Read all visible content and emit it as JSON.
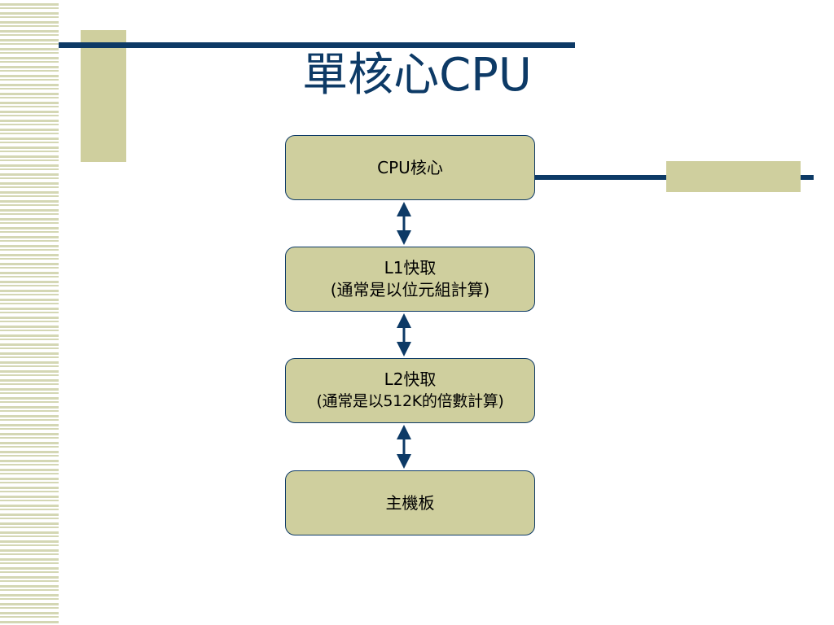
{
  "slide": {
    "title": "單核心CPU"
  },
  "diagram": {
    "nodes": [
      {
        "id": "cpu-core",
        "lines": [
          "CPU核心"
        ]
      },
      {
        "id": "l1-cache",
        "lines": [
          "L1快取",
          "(通常是以位元組計算)"
        ]
      },
      {
        "id": "l2-cache",
        "lines": [
          "L2快取",
          "(通常是以512K的倍數計算)"
        ]
      },
      {
        "id": "motherboard",
        "lines": [
          "主機板"
        ]
      }
    ],
    "edges": [
      {
        "from": "cpu-core",
        "to": "l1-cache",
        "direction": "bidirectional"
      },
      {
        "from": "l1-cache",
        "to": "l2-cache",
        "direction": "bidirectional"
      },
      {
        "from": "l2-cache",
        "to": "motherboard",
        "direction": "bidirectional"
      }
    ]
  },
  "colors": {
    "accent_navy": "#0d3a66",
    "node_fill": "#cfcf9e",
    "stripe": "#d4d7b4"
  }
}
